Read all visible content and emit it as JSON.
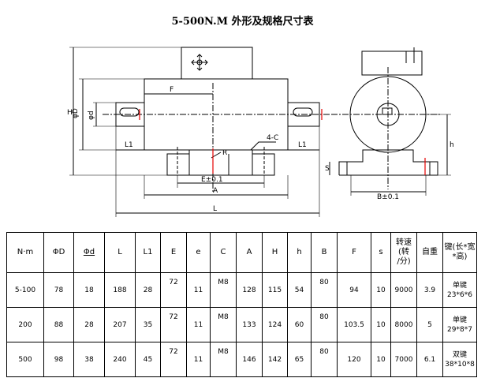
{
  "title": "5-500N.M 外形及规格尺寸表",
  "drawing": {
    "labels": {
      "H": "H",
      "phiD": "φD",
      "phid": "φd",
      "F": "F",
      "L1_left": "L1",
      "L1_right": "L1",
      "fourC": "4-C",
      "R": "R",
      "E": "E±0.1",
      "A": "A",
      "L": "L",
      "S": "S",
      "h": "h",
      "B": "B±0.1"
    }
  },
  "table": {
    "headers": [
      "N·m",
      "ΦD",
      "Φd",
      "L",
      "L1",
      "E",
      "e",
      "C",
      "A",
      "H",
      "h",
      "B",
      "F",
      "s",
      "转速\n(转\n/分)",
      "自重",
      "键(长*宽\n*高)"
    ],
    "rows": [
      [
        "5-100",
        "78",
        "18",
        "188",
        "28",
        "72",
        "11",
        "M8",
        "128",
        "115",
        "54",
        "80",
        "94",
        "10",
        "9000",
        "3.9",
        "单键\n23*6*6"
      ],
      [
        "200",
        "88",
        "28",
        "207",
        "35",
        "72",
        "11",
        "M8",
        "133",
        "124",
        "60",
        "80",
        "103.5",
        "10",
        "8000",
        "5",
        "单键\n29*8*7"
      ],
      [
        "500",
        "98",
        "38",
        "240",
        "45",
        "72",
        "11",
        "M8",
        "146",
        "142",
        "65",
        "80",
        "120",
        "10",
        "7000",
        "6.1",
        "双键\n38*10*8"
      ]
    ]
  }
}
